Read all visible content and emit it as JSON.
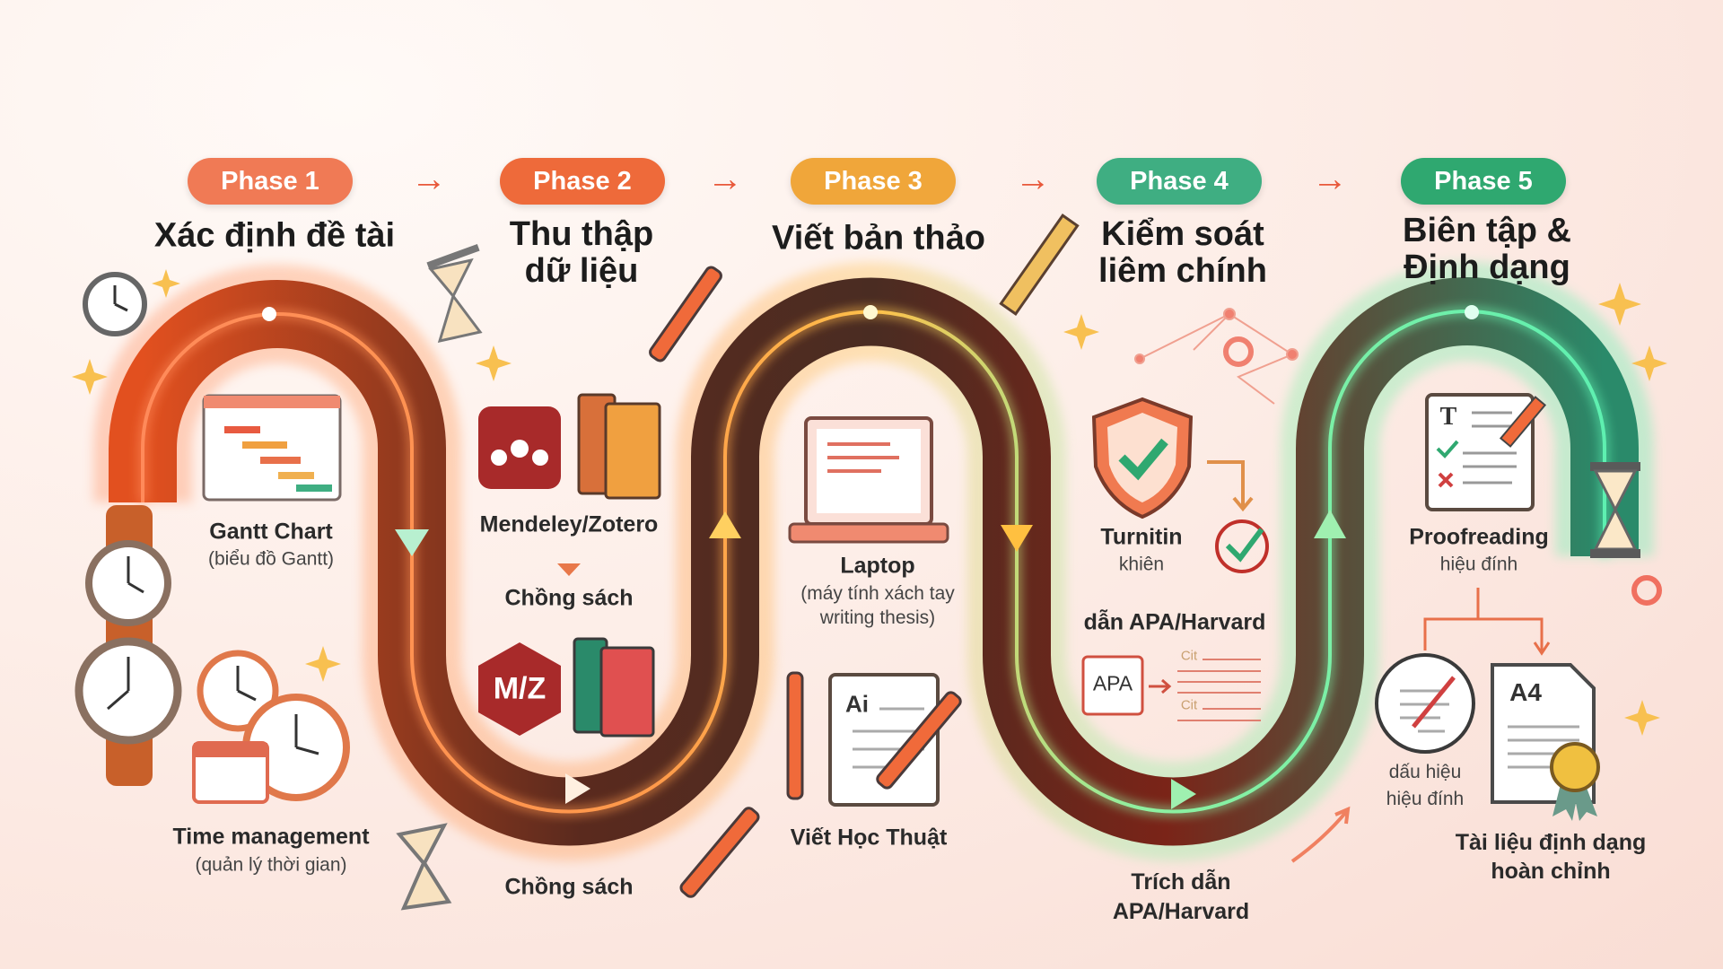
{
  "phases": [
    {
      "badge": "Phase 1",
      "title": [
        "Xác định đề tài"
      ],
      "color": "#f07a55"
    },
    {
      "badge": "Phase 2",
      "title": [
        "Thu thập",
        "dữ liệu"
      ],
      "color": "#ee6a3a"
    },
    {
      "badge": "Phase 3",
      "title": [
        "Viết bản thảo"
      ],
      "color": "#f0a63a"
    },
    {
      "badge": "Phase 4",
      "title": [
        "Kiểm soát",
        "liêm chính"
      ],
      "color": "#3fae82"
    },
    {
      "badge": "Phase 5",
      "title": [
        "Biên tập &",
        "Định dạng"
      ],
      "color": "#2fa870"
    }
  ],
  "arrow_glyph": "→",
  "phase1": {
    "gantt_label": "Gantt Chart",
    "gantt_sub": "(biểu đồ Gantt)",
    "time_label": "Time management",
    "time_sub": "(quản lý thời gian)"
  },
  "phase2": {
    "mendeley_label": "Mendeley/Zotero",
    "books_label": "Chồng sách",
    "mz_logo": "M/Z",
    "bottom_label": "Chồng sách"
  },
  "phase3": {
    "laptop_label": "Laptop",
    "laptop_sub": [
      "(máy tính xách tay",
      "writing thesis)"
    ],
    "ai_doc": "Ai",
    "writing_label": "Viết Học Thuật"
  },
  "phase4": {
    "turnitin_label": "Turnitin",
    "turnitin_sub": "khiên",
    "citation_heading": "dẫn APA/Harvard",
    "apa_box": "APA",
    "cit": [
      "Cit",
      "Cit"
    ],
    "bottom_label": [
      "Trích dẫn",
      "APA/Harvard"
    ]
  },
  "phase5": {
    "proof_label": "Proofreading",
    "proof_sub": "hiệu đính",
    "doc_letter": "T",
    "marks_label": [
      "dấu hiệu",
      "hiệu đính"
    ],
    "a4": "A4",
    "final_label": [
      "Tài liệu định dạng",
      "hoàn chỉnh"
    ]
  }
}
